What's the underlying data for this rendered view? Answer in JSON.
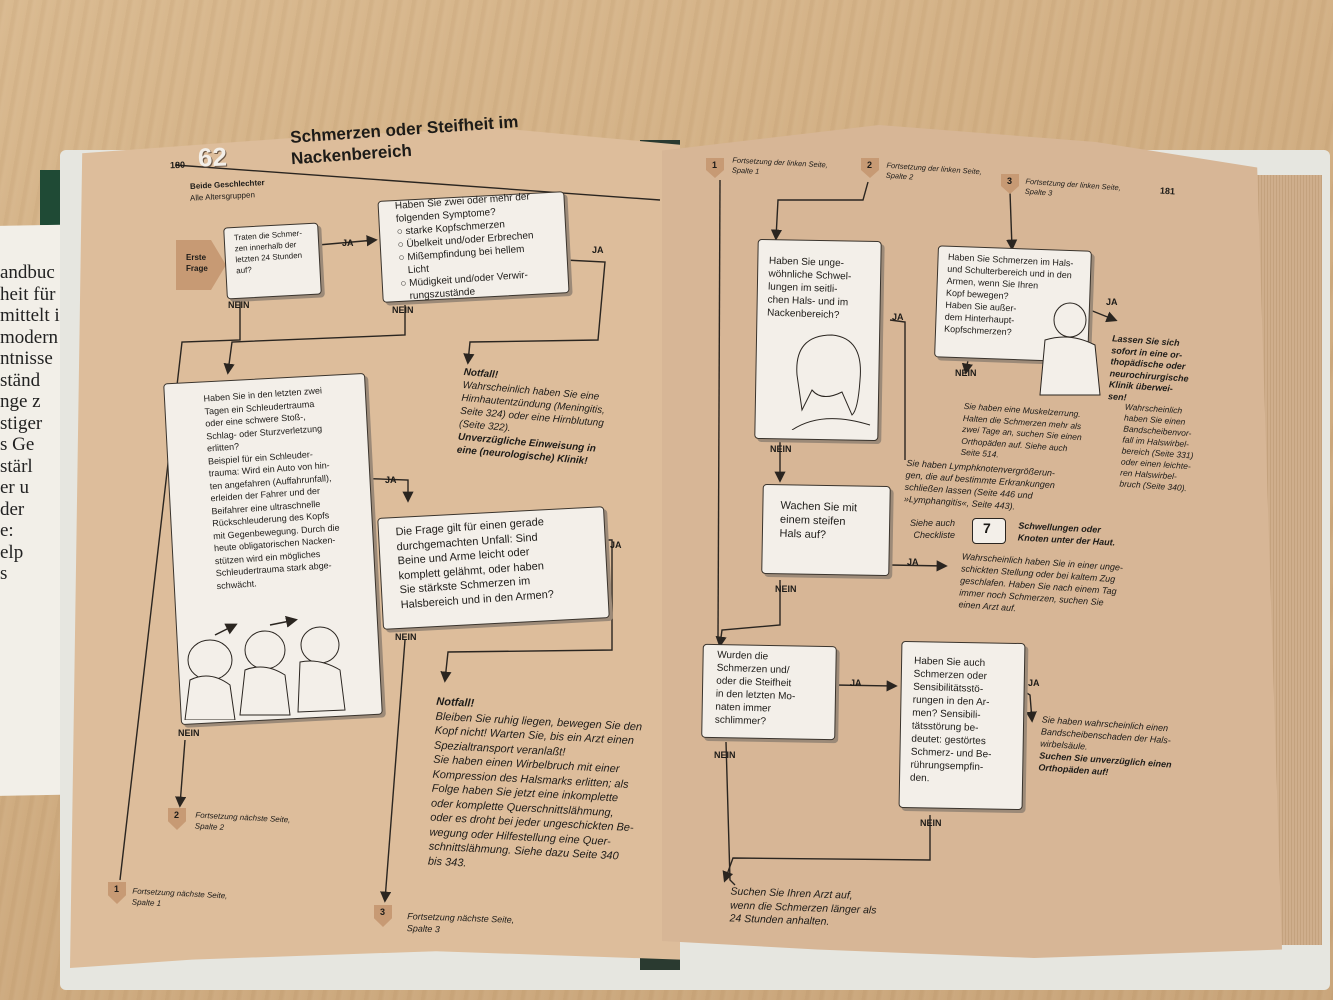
{
  "side_book": {
    "lines": [
      "andbuc",
      "heit für",
      "mittelt i",
      "modern",
      "ntnisse",
      "ständ",
      "nge z",
      "stiger",
      "s Ge",
      "stärl",
      "er u",
      "der",
      "e:",
      "elp",
      "s"
    ]
  },
  "left_page": {
    "page_number": "180",
    "chapter_number": "62",
    "title_line1": "Schmerzen oder Steifheit im",
    "title_line2": "Nackenbereich",
    "gender": "Beide Geschlechter",
    "ages": "Alle Altersgruppen",
    "first_question": [
      "Erste",
      "Frage"
    ],
    "q1": [
      "Traten die Schmer-",
      "zen innerhalb der",
      "letzten 24 Stunden",
      "auf?"
    ],
    "q2_lines": [
      "Haben Sie zwei oder mehr der",
      "folgenden Symptome?"
    ],
    "q2_items": [
      "starke Kopfschmerzen",
      "Übelkeit und/oder Erbrechen",
      "Mißempfindung bei hellem",
      "Licht",
      "Müdigkeit und/oder Verwir-",
      "rungszustände"
    ],
    "yes": "JA",
    "no": "NEIN",
    "emergency1": [
      "Notfall!",
      "Wahrscheinlich haben Sie eine",
      "Hirnhautentzündung (Meningitis,",
      "Seite 324) oder eine Hirnblutung",
      "(Seite 322).",
      "Unverzügliche Einweisung in",
      "eine (neurologische) Klinik!"
    ],
    "q3": [
      "Haben Sie in den letzten zwei",
      "Tagen ein Schleudertrauma",
      "oder eine schwere Stoß-,",
      "Schlag- oder Sturzverletzung",
      "erlitten?",
      "Beispiel für ein Schleuder-",
      "trauma: Wird ein Auto von hin-",
      "ten angefahren (Auffahrunfall),",
      "erleiden der Fahrer und der",
      "Beifahrer eine ultraschnelle",
      "Rückschleuderung des Kopfs",
      "mit Gegenbewegung. Durch die",
      "heute obligatorischen Nacken-",
      "stützen wird ein mögliches",
      "Schleudertrauma stark abge-",
      "schwächt."
    ],
    "q4": [
      "Die Frage gilt für einen gerade",
      "durchgemachten Unfall: Sind",
      "Beine und Arme leicht oder",
      "komplett gelähmt, oder haben",
      "Sie stärkste Schmerzen im",
      "Halsbereich und in den Armen?"
    ],
    "emergency2": [
      "Notfall!",
      "Bleiben Sie ruhig liegen, bewegen Sie den",
      "Kopf nicht! Warten Sie, bis ein Arzt einen",
      "Spezialtransport veranlaßt!",
      "Sie haben einen Wirbelbruch mit einer",
      "Kompression des Halsmarks erlitten; als",
      "Folge haben Sie jetzt eine inkomplette",
      "oder komplette Querschnittslähmung,",
      "oder es droht bei jeder ungeschickten Be-",
      "wegung oder Hilfestellung eine Quer-",
      "schnittslähmung. Siehe dazu Seite 340",
      "bis 343."
    ],
    "cont2": [
      "Fortsetzung nächste Seite,",
      "Spalte 2"
    ],
    "cont1": [
      "Fortsetzung nächste Seite,",
      "Spalte 1"
    ],
    "cont3": [
      "Fortsetzung nächste Seite,",
      "Spalte 3"
    ],
    "marker1": "1",
    "marker2": "2",
    "marker3": "3"
  },
  "right_page": {
    "page_number": "181",
    "contL1": [
      "Fortsetzung der linken Seite,",
      "Spalte 1"
    ],
    "contL2": [
      "Fortsetzung der linken Seite,",
      "Spalte 2"
    ],
    "contL3": [
      "Fortsetzung der linken Seite,",
      "Spalte 3"
    ],
    "q5": [
      "Haben Sie unge-",
      "wöhnliche Schwel-",
      "lungen im seitli-",
      "chen Hals- und im",
      "Nackenbereich?"
    ],
    "q6": [
      "Haben Sie Schmerzen im Hals-",
      "und Schulterbereich und in den",
      "Armen, wenn Sie Ihren",
      "Kopf bewegen?",
      "Haben Sie außer-",
      "dem Hinterhaupt-",
      "Kopfschmerzen?"
    ],
    "urgent": [
      "Lassen Sie sich",
      "sofort in eine or-",
      "thopädische oder",
      "neurochirurgische",
      "Klinik überwei-",
      "sen!"
    ],
    "urgent_detail": [
      "Wahrscheinlich",
      "haben Sie einen",
      "Bandscheibenvor-",
      "fall im Halswirbel-",
      "bereich (Seite 331)",
      "oder einen leichte-",
      "ren Halswirbel-",
      "bruch (Seite 340)."
    ],
    "muscle": [
      "Sie haben eine Muskelzerrung.",
      "Halten die Schmerzen mehr als",
      "zwei Tage an, suchen Sie einen",
      "Orthopäden auf. Siehe auch",
      "Seite 514."
    ],
    "lymph": [
      "Sie haben Lymphknotenvergrößerun-",
      "gen, die auf bestimmte Erkrankungen",
      "schließen lassen (Seite 446 und",
      "»Lymphangitis«, Seite 443)."
    ],
    "see_also": [
      "Siehe auch",
      "Checkliste"
    ],
    "checklist_number": "7",
    "checklist_title": [
      "Schwellungen oder",
      "Knoten unter der Haut."
    ],
    "q7": [
      "Wachen Sie mit",
      "einem steifen",
      "Hals auf?"
    ],
    "posture": [
      "Wahrscheinlich haben Sie in einer unge-",
      "schickten Stellung oder bei kaltem Zug",
      "geschlafen. Haben Sie nach einem Tag",
      "immer noch Schmerzen, suchen Sie",
      "einen Arzt auf."
    ],
    "q8": [
      "Wurden die",
      "Schmerzen und/",
      "oder die Steifheit",
      "in den letzten Mo-",
      "naten immer",
      "schlimmer?"
    ],
    "q9": [
      "Haben Sie auch",
      "Schmerzen oder",
      "Sensibilitätsstö-",
      "rungen in den Ar-",
      "men? Sensibili-",
      "tätsstörung be-",
      "deutet: gestörtes",
      "Schmerz- und Be-",
      "rührungsempfin-",
      "den."
    ],
    "disc": [
      "Sie haben wahrscheinlich einen",
      "Bandscheibenschaden der Hals-",
      "wirbelsäule."
    ],
    "disc_bold": [
      "Suchen Sie unverzüglich einen",
      "Orthopäden auf!"
    ],
    "final": [
      "Suchen Sie Ihren Arzt auf,",
      "wenn die Schmerzen länger als",
      "24 Stunden anhalten."
    ],
    "yes": "JA",
    "no": "NEIN"
  },
  "colors": {
    "page": "#ddbd9b",
    "box": "#f3efe9",
    "ink": "#1d1b18",
    "arrow_box": "#c79a74",
    "table": "#d1ae82"
  }
}
